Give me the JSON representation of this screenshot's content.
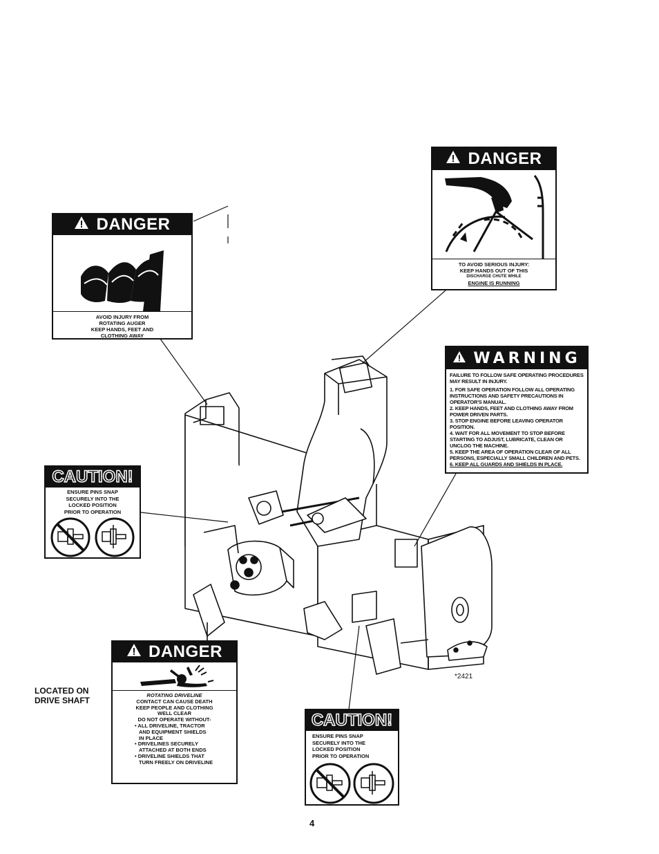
{
  "labels": {
    "auger_danger": {
      "header": "DANGER",
      "lines": [
        "AVOID INJURY FROM",
        "ROTATING AUGER",
        "KEEP HANDS, FEET AND",
        "CLOTHING AWAY"
      ]
    },
    "chute_danger": {
      "header": "DANGER",
      "lines": [
        "TO AVOID SERIOUS INJURY:",
        "KEEP HANDS OUT OF THIS",
        "DISCHARGE CHUTE WHILE",
        "ENGINE IS RUNNING"
      ]
    },
    "warning": {
      "header": "WARNING",
      "intro": "FAILURE TO FOLLOW SAFE OPERATING PROCEDURES MAY RESULT IN INJURY.",
      "items": [
        "1. FOR SAFE OPERATION FOLLOW ALL OPERATING INSTRUCTIONS AND SAFETY PRECAUTIONS IN OPERATOR'S MANUAL.",
        "2. KEEP HANDS, FEET AND CLOTHING AWAY FROM POWER DRIVEN PARTS.",
        "3. STOP ENGINE BEFORE LEAVING OPERATOR POSITION.",
        "4. WAIT FOR ALL MOVEMENT TO STOP BEFORE STARTING TO ADJUST, LUBRICATE, CLEAN OR UNCLOG THE MACHINE.",
        "5. KEEP THE AREA OF OPERATION CLEAR OF ALL PERSONS, ESPECIALLY SMALL CHILDREN AND PETS.",
        "6. KEEP ALL GUARDS AND SHIELDS IN PLACE."
      ]
    },
    "caution_left": {
      "header": "CAUTION!",
      "lines": [
        "ENSURE PINS SNAP",
        "SECURELY INTO THE",
        "LOCKED POSITION",
        "PRIOR TO OPERATION"
      ]
    },
    "caution_bottom": {
      "header": "CAUTION!",
      "lines": [
        "ENSURE PINS SNAP",
        "SECURELY INTO THE",
        "LOCKED POSITION",
        "PRIOR TO OPERATION"
      ]
    },
    "driveline_danger": {
      "header": "DANGER",
      "title": "ROTATING DRIVELINE",
      "lines": [
        "CONTACT CAN CAUSE DEATH",
        "KEEP PEOPLE AND CLOTHING",
        "WELL CLEAR",
        "DO NOT OPERATE WITHOUT-",
        "• ALL DRIVELINE, TRACTOR",
        "AND EQUIPMENT SHIELDS",
        "IN PLACE",
        "• DRIVELINES SECURELY",
        "ATTACHED AT BOTH ENDS",
        "• DRIVELINE SHIELDS THAT",
        "TURN FREELY ON DRIVELINE"
      ]
    }
  },
  "callouts": {
    "located_on": "LOCATED ON",
    "drive_shaft": "DRIVE SHAFT",
    "figure_number": "*2421",
    "page_number": "4"
  }
}
